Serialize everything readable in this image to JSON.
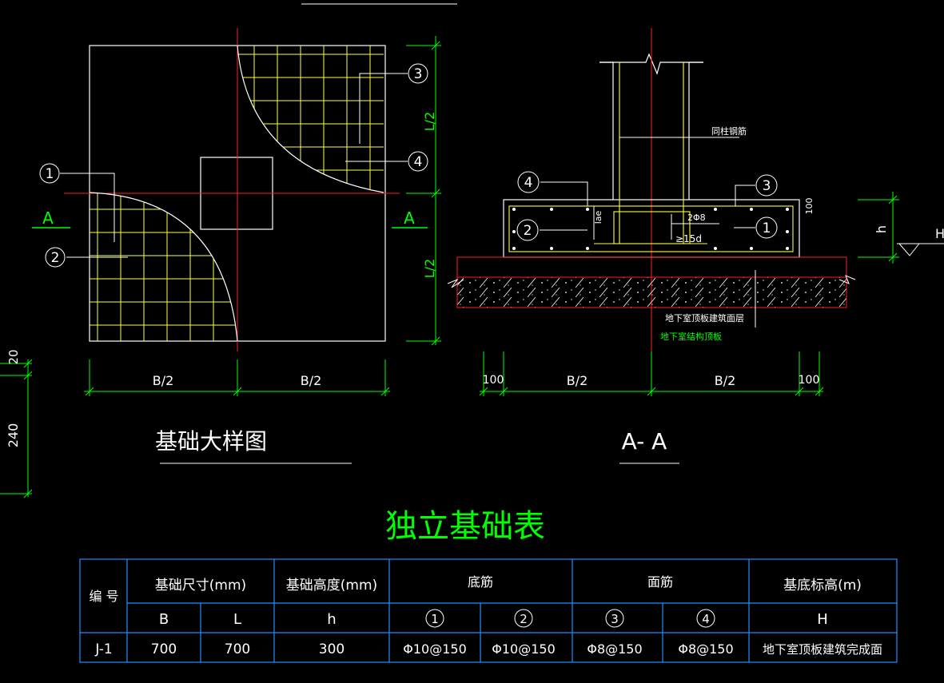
{
  "plan": {
    "section_mark_left": "A",
    "section_mark_right": "A",
    "dim_bottom_left": "B/2",
    "dim_bottom_right": "B/2",
    "dim_right_top": "L/2",
    "dim_right_bottom": "L/2",
    "callout_1": "1",
    "callout_2": "2",
    "callout_3": "3",
    "callout_4": "4",
    "title": "基础大样图"
  },
  "section": {
    "callout_1": "1",
    "callout_2": "2",
    "callout_3": "3",
    "callout_4": "4",
    "label_column_rebar": "同柱钢筋",
    "label_lae": "lae",
    "label_2phi8": "2Φ8",
    "label_15d": "≥15d",
    "label_100_vert": "100",
    "label_h": "h",
    "label_H": "H",
    "label_finish": "地下室顶板建筑面层",
    "label_slab": "地下室结构顶板",
    "dim_100_left": "100",
    "dim_b2_left": "B/2",
    "dim_b2_right": "B/2",
    "dim_100_right": "100",
    "title": "A- A"
  },
  "left_dims": {
    "dim_20": "20",
    "dim_240": "240"
  },
  "table": {
    "title": "独立基础表",
    "col_no": "编 号",
    "col_size": "基础尺寸(mm)",
    "col_height": "基础高度(mm)",
    "col_bottom": "底筋",
    "col_top": "面筋",
    "col_elev": "基底标高(m)",
    "sub_B": "B",
    "sub_L": "L",
    "sub_h": "h",
    "sub_1": "1",
    "sub_2": "2",
    "sub_3": "3",
    "sub_4": "4",
    "sub_H": "H",
    "rows": [
      {
        "no": "J-1",
        "B": "700",
        "L": "700",
        "h": "300",
        "r1": "Φ10@150",
        "r2": "Φ10@150",
        "r3": "Φ8@150",
        "r4": "Φ8@150",
        "H": "地下室顶板建筑完成面"
      }
    ]
  },
  "colors": {
    "background": "#000000",
    "outline_white": "#ffffff",
    "axis_red": "#ff2020",
    "rebar_yellow": "#ffff40",
    "dim_green": "#00ff00",
    "table_blue": "#1e90ff"
  }
}
